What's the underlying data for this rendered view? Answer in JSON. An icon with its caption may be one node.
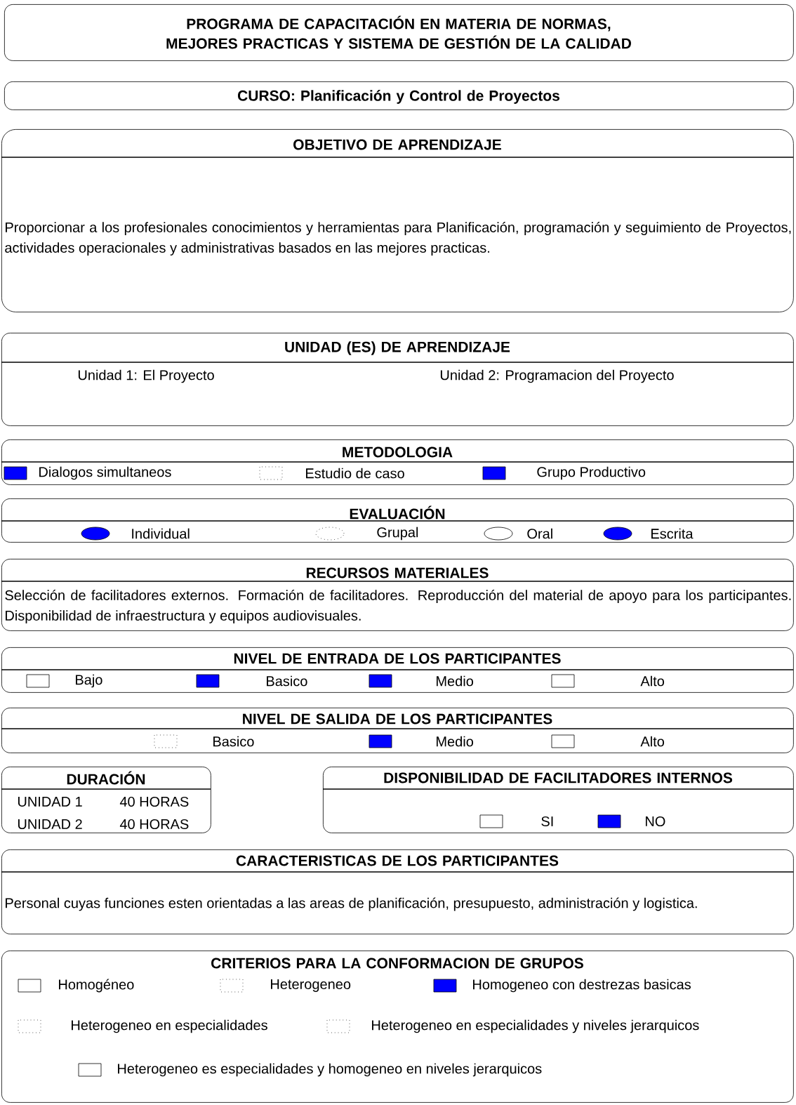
{
  "diagram": {
    "nodes": [
      {
        "text": [
          "PROGRAMA DE CAPACITACIÓN EN MATERIA DE NORMAS, MEJORES PRACTICAS Y SISTEMA DE GESTIÓN DE LA CALIDAD"
        ]
      },
      {
        "text": [
          "CURSO: Planificación y Control de Proyectos"
        ]
      },
      {
        "text": [
          "OBJETIVO DE APRENDIZAJE",
          "Proporcionar a los profesionales conocimientos y herramientas para Planificación, programación y seguimiento de Proyectos, actividades operacionales y administrativas basados en las mejores practicas."
        ]
      },
      {
        "text": [
          "UNIDAD (ES) DE APRENDIZAJE",
          "Unidad 1: El Proyecto",
          "Unidad 2: Programacion del Proyecto"
        ]
      },
      {
        "text": [
          "METODOLOGIA"
        ]
      },
      {
        "text": [
          "EVALUACIÓN"
        ]
      },
      {
        "text": [
          "RECURSOS MATERIALES",
          "Selección de facilitadores externos. Formación de facilitadores. Reproducción del material de apoyo para los participantes. Disponibilidad de infraestructura y equipos audiovisuales."
        ]
      },
      {
        "text": [
          "NIVEL DE ENTRADA DE LOS PARTICIPANTES"
        ]
      },
      {
        "text": [
          "NIVEL DE SALIDA DE LOS PARTICIPANTES"
        ]
      },
      {
        "text": [
          "DURACIÓN",
          "UNIDAD 1",
          "40 HORAS",
          "UNIDAD 2",
          "40 HORAS"
        ]
      },
      {
        "text": [
          "DISPONIBILIDAD DE FACILITADORES INTERNOS"
        ]
      },
      {
        "text": [
          "CARACTERISTICAS DE LOS PARTICIPANTES",
          "Personal cuyas funciones esten orientadas a las areas de planificación, presupuesto, administración y logistica."
        ]
      },
      {
        "text": [
          "CRITERIOS PARA LA CONFORMACION DE GRUPOS"
        ]
      }
    ],
    "legend": [
      {
        "text": "Dialogos simultaneos",
        "color": "#0000ff"
      },
      {
        "text": "Estudio de caso"
      },
      {
        "text": "Grupo Productivo",
        "color": "#0000ff"
      },
      {
        "text": "Individual",
        "color": "#0000ff"
      },
      {
        "text": "Grupal"
      },
      {
        "text": "Oral"
      },
      {
        "text": "Escrita",
        "color": "#0000ff"
      },
      {
        "text": "Bajo"
      },
      {
        "text": "Basico",
        "color": "#0000ff"
      },
      {
        "text": "Medio",
        "color": "#0000ff"
      },
      {
        "text": "Alto"
      },
      {
        "text": "Basico"
      },
      {
        "text": "Medio",
        "color": "#0000ff"
      },
      {
        "text": "Alto"
      },
      {
        "text": "SI"
      },
      {
        "text": "NO",
        "color": "#0000ff"
      },
      {
        "text": "Homogéneo"
      },
      {
        "text": "Heterogeneo"
      },
      {
        "text": "Homogeneo con destrezas basicas",
        "color": "#0000ff"
      },
      {
        "text": "Heterogeneo en especialidades"
      },
      {
        "text": "Heterogeneo en especialidades y niveles jerarquicos"
      },
      {
        "text": "Heterogeneo es especialidades y homogeneo en niveles jerarquicos"
      }
    ]
  }
}
